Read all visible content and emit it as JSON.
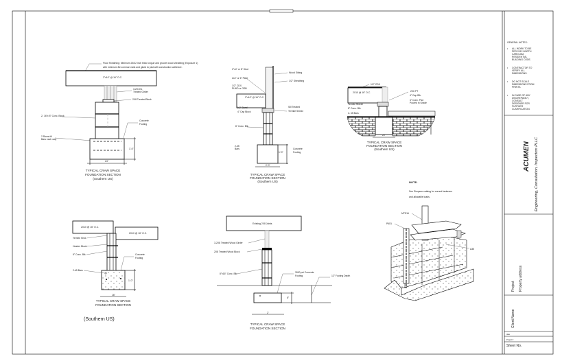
{
  "sheet": {
    "detail1": {
      "sheathing_note_1": "Floor Sheathing: Minimum 23/32 inch thick tongue and groove wood sheathing (Exposure 1)",
      "sheathing_note_2": "with minimum 8d common nails and glued to joist with construction adhesive.",
      "joist": "2\"x10\" @ 16\" O.C.",
      "girder_1": "3-2X10's",
      "girder_2": "Treated Girder",
      "block": "2X8 Treated Block",
      "conc_block": "2- 16\"x 8\" Conc. Block",
      "footing_1": "Concrete",
      "footing_2": "Footing",
      "bars_1": "2 Rows #4",
      "bars_2": "Bars each way",
      "dim_h": "1'-0\"",
      "dim_w": "24\"",
      "caption_1": "TYPICAL CRAW SPACE",
      "caption_2": "FOUNDATION SECTION",
      "caption_3": "(Southern US)"
    },
    "detail2": {
      "stud": "2\"x4\" or 6\" Stud",
      "plate": "2x4\" or 6\" Plate",
      "pt_sill_1": "1/2\" CDX",
      "pt_sill_2": "PLWD or OSB",
      "siding": "Wood Siding",
      "sheathing": "1/2\" Sheathing",
      "joist": "2\"x10\" @ 16\" O.C.",
      "band": "2x2\" Band",
      "cap_block": "4\" Cap Block",
      "sill_treated": "Sill Treated",
      "termite": "Termite Shield",
      "conc_blk": "8\" Conc. Blk.",
      "bars_1": "2-#5",
      "bars_2": "Bars",
      "footing_1": "Concrete",
      "footing_2": "Footing",
      "dim_h": "1'-0\"",
      "dim_w": "2'-0\"",
      "caption_1": "TYPICAL CRAW SPACE",
      "caption_2": "FOUNDATION SECTION",
      "caption_3": "(Southern US)"
    },
    "detail3": {
      "cdx": "1/2\" CDX",
      "joist": "2X10 @ 16\" O.C.",
      "sill": "2X6 PT",
      "cap_blk": "4\" Cap Blk.",
      "pad_1": "4\" Conc. Pad",
      "pad_2": "Poured in Grade",
      "termite": "Termite Shield",
      "conc_blk": "8\" Conc. Blk.",
      "bars": "2- #5 Bars",
      "dim_h": "1'-0\"",
      "dim_w": "20\"",
      "caption_1": "TYPICAL CRAW SPACE",
      "caption_2": "FOUNDATION SECTION",
      "caption_3": "(Southern US)"
    },
    "detail4": {
      "joist_left": "2X10 @ 16\" O.C.",
      "joist_right": "2X10 @ 16\" O.C.",
      "termite": "Termite Shld.",
      "header": "Header Block",
      "conc_blk": "8\" Conc. Blk.",
      "bars": "2-#5 Bars",
      "footing_1": "Concrete",
      "footing_2": "Footing",
      "dim_h": "1'-0\"",
      "dim_w": "16\"",
      "caption_1": "TYPICAL CRAW SPACE",
      "caption_2": "FOUNDATION SECTION",
      "region": "(Southern US)"
    },
    "detail5": {
      "joists": "Existing 2X8 Joists",
      "girder": "3-2X8 Treated Wood Girder",
      "block": "2X8 Treated Wood Block",
      "conc_blk": "8\"x16\" Conc. Blk.",
      "footing_1": "3000 psi Concrete",
      "footing_2": "Footing",
      "depth": "12\" Footing Depth",
      "dim_h": "8\"",
      "dim_w": "2'",
      "caption_1": "TYPICAL CRAW SPACE",
      "caption_2": "FOUNDATION SECTION"
    },
    "detail6": {
      "note_title": "NOTE:",
      "note_1": "See Simpson catalog for correct fasteners",
      "note_2": "and allowable loads.",
      "mts": "MTS16",
      "pa": "PA51",
      "a": "A35"
    }
  },
  "title_block": {
    "general_notes_title": "GENERAL NOTES:",
    "notes": [
      [
        "ALL WORK TO BE",
        "PER 2012 NORTH",
        "CAROLINA",
        "RESIDENTIAL",
        "BUILDING CODE."
      ],
      [
        "CONTRACTOR TO",
        "VERIFY ALL",
        "DIMENSIONS."
      ],
      [
        "DO NOT SCALE",
        "DIMENSIONS FROM",
        "PRINTS."
      ],
      [
        "IN CASE OF ANY",
        "DISCREPANCY,",
        "CONSULT",
        "DESIGNER FOR",
        "FURTHER",
        "CLARIFICATION."
      ]
    ],
    "company": "ACUMEN",
    "company_sub": "Engineering, Consultation, Inspection PLLC",
    "project_label": "Project",
    "property_address": "Property address",
    "client_name": "Client Name",
    "date_label": "date",
    "project_no_label": "Project #",
    "sheet_no": "Sheet No."
  }
}
